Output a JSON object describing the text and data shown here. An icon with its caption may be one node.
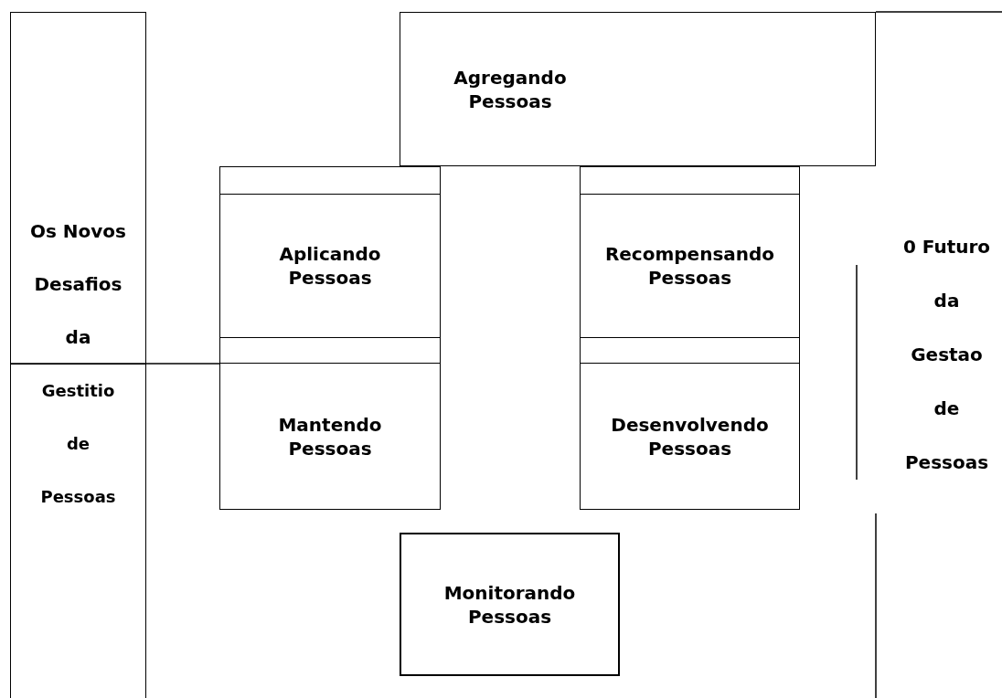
{
  "diagram": {
    "nodes": [
      {
        "text": [
          "Os Novos",
          "Desafios",
          "da"
        ]
      },
      {
        "text": [
          "Gestitio",
          "de",
          "Pessoas"
        ]
      },
      {
        "text": [
          "Agregando Pessoas"
        ]
      },
      {
        "text": [
          "Aplicando Pessoas"
        ]
      },
      {
        "text": [
          "Recompensando Pessoas"
        ]
      },
      {
        "text": [
          "Mantendo Pessoas"
        ]
      },
      {
        "text": [
          "Desenvolvendo Pessoas"
        ]
      },
      {
        "text": [
          "Monitorando Pessoas"
        ]
      },
      {
        "text": [
          "0 Futuro",
          "da",
          "Gestao",
          "de",
          "Pessoas"
        ]
      }
    ],
    "edges": [
      {
        "from": 1,
        "to": 5,
        "arrow": "none"
      }
    ]
  }
}
